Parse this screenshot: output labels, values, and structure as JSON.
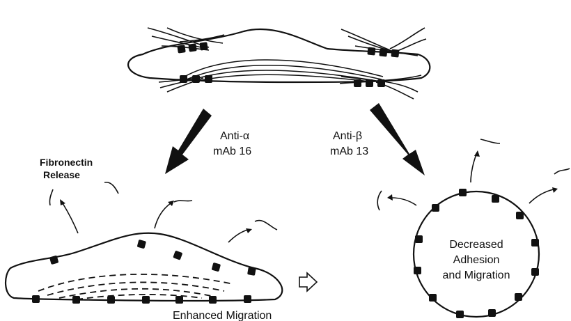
{
  "labels": {
    "anti_alpha_line1": "Anti-α",
    "anti_alpha_line2": "mAb 16",
    "anti_beta_line1": "Anti-β",
    "anti_beta_line2": "mAb 13",
    "fibronectin_line1": "Fibronectin",
    "fibronectin_line2": "Release",
    "enhanced_migration": "Enhanced Migration",
    "decreased_line1": "Decreased",
    "decreased_line2": "Adhesion",
    "decreased_line3": "and Migration"
  },
  "colors": {
    "ink": "#111111",
    "background": "#ffffff"
  }
}
